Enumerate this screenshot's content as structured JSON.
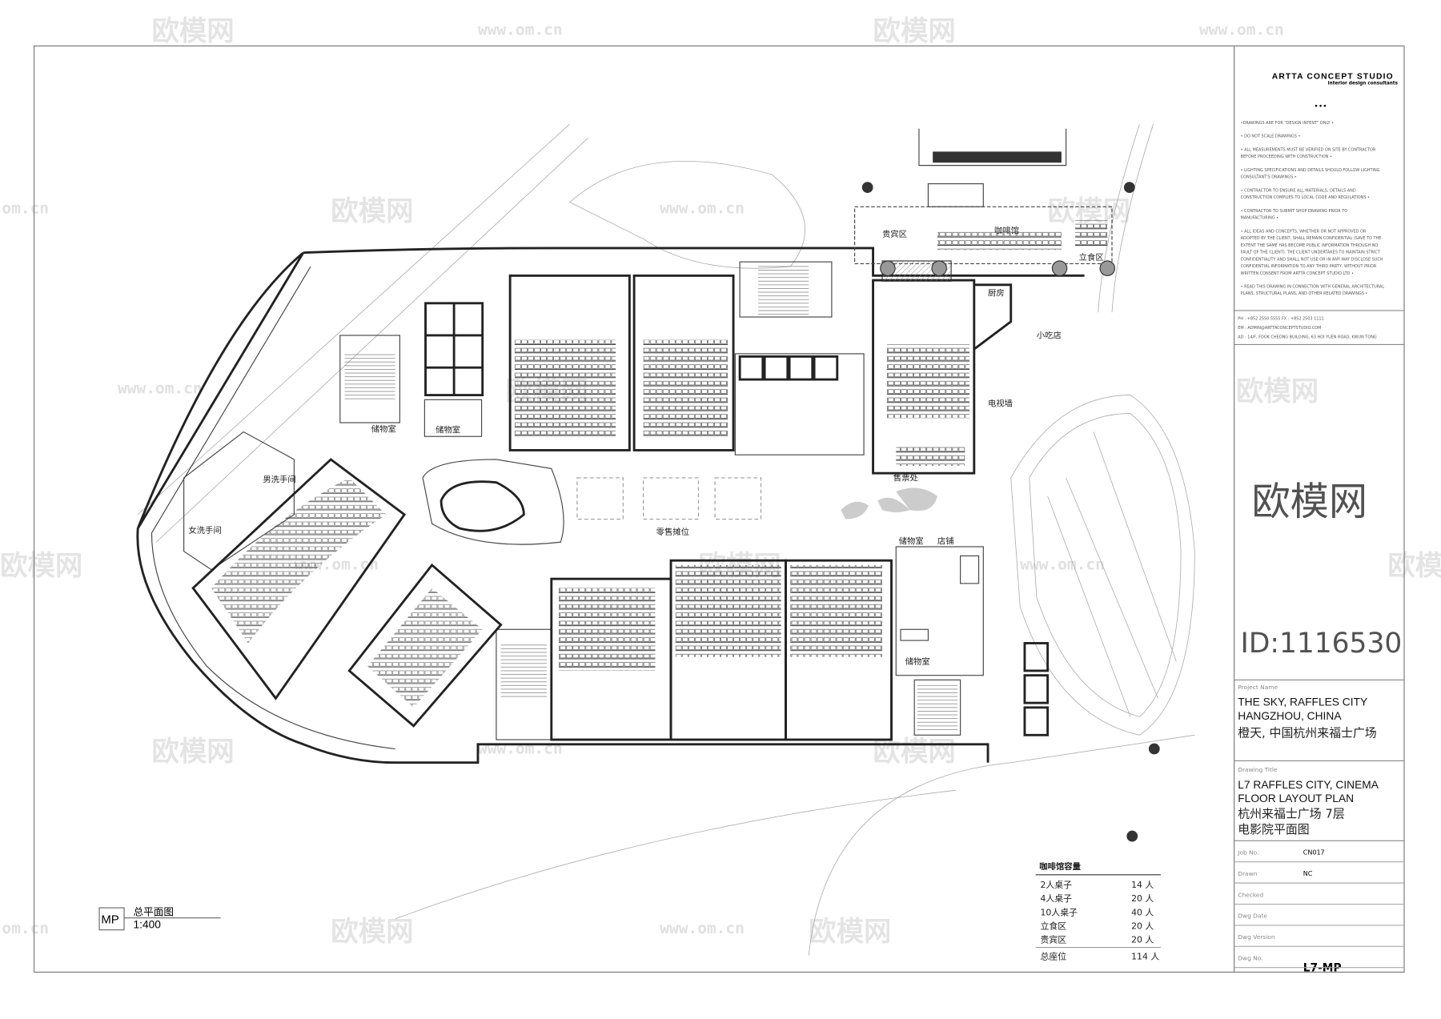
{
  "studio": {
    "name": "ARTTA CONCEPT STUDIO",
    "subtitle": "interior design consultants",
    "dots": "•••"
  },
  "notes": [
    "•DRAWINGS ARE FOR \"DESIGN INTENT\" ONLY •",
    "• DO NOT SCALE DRAWINGS •",
    "• ALL MEASUREMENTS MUST BE VERIFIED ON SITE BY CONTRACTOR|BEFORE PROCEEDING WITH CONSTRUCTION •",
    "• LIGHTING SPECIFICATIONS AND DETAILS SHOULD FOLLOW LIGHTING|CONSULTANT'S DRAWINGS •",
    "• CONTRACTOR TO ENSURE ALL MATERIALS, DETAILS AND|CONSTRUCTION COMPLIES TO LOCAL CODE AND REGULATIONS •",
    "• CONTRACTOR TO SUBMIT SHOP DRAWING PRIOR TO|MANUFACTURING •",
    "• ALL IDEAS AND CONCEPTS, WHETHER OR NOT APPROVED OR|ADOPTED BY THE CLIENT, SHALL REMAIN CONFIDENTIAL (SAVE TO THE|EXTENT THE SAME HAS BECOME PUBLIC INFORMATION THROUGH NO|FAULT OF THE CLIENT). THE CLIENT UNDERTAKES TO MAINTAIN STRICT|CONFIDENTIALITY AND SHALL NOT USE OR IN ANY WAY DISCLOSE SUCH|CONFIDENTIAL INFORMATION TO ANY THIRD PARTY, WITHOUT PRIOR|WRITTEN CONSENT FROM ARTTA CONCEPT STUDIO LTD •",
    "• READ THIS DRAWING IN CONNECTION WITH GENERAL ARCHITECTURAL|PLANS, STRUCTURAL PLANS, AND OTHER RELATED DRAWINGS •"
  ],
  "contact": {
    "phone": "PH :   +852 2550 5555     FX : +852 2503 1111",
    "email": "EM :   ADMIN@ARTTACONCEPTSTUDIO.COM",
    "address": "AD :   14/F, FOOK CHEONG BUILDING, 63 HOI YUEN ROAD, KWUN TONG"
  },
  "project": {
    "caption": "Project Name",
    "line1": "THE SKY, RAFFLES CITY",
    "line2": "HANGZHOU, CHINA",
    "line3": "橙天, 中国杭州来福士广场"
  },
  "drawing": {
    "caption": "Drawing Title",
    "line1": "L7 RAFFLES CITY, CINEMA",
    "line2": "FLOOR LAYOUT PLAN",
    "line3": "杭州来福士广场 7层",
    "line4": "电影院平面图"
  },
  "meta": [
    {
      "label": "Job No.",
      "value": "CN017"
    },
    {
      "label": "Drawn",
      "value": "NC"
    },
    {
      "label": "Checked",
      "value": ""
    },
    {
      "label": "Dwg Date",
      "value": ""
    },
    {
      "label": "Dwg Version",
      "value": ""
    },
    {
      "label": "Dwg No.",
      "value": "L7-MP"
    }
  ],
  "scale_tag": {
    "code": "MP",
    "title": "总平面图",
    "scale": "1:400"
  },
  "capacity_table": {
    "title": "咖啡馆容量",
    "rows": [
      {
        "item": "2人桌子",
        "value": "14 人"
      },
      {
        "item": "4人桌子",
        "value": "20 人"
      },
      {
        "item": "10人桌子",
        "value": "40 人"
      },
      {
        "item": "立食区",
        "value": "20 人"
      },
      {
        "item": "贵宾区",
        "value": "20 人"
      }
    ],
    "total": {
      "item": "总座位",
      "value": "114 人"
    }
  },
  "room_labels": {
    "cafe": "咖啡馆",
    "vip": "贵宾区",
    "standing": "立食区",
    "kitchen": "厨房",
    "snack": "小吃店",
    "tv_wall": "电视墙",
    "ticket": "售票处",
    "retail": "零售摊位",
    "shop": "店铺",
    "mens_wc": "男洗手间",
    "womens_wc": "女洗手间",
    "storage1": "储物室",
    "storage2": "储物室",
    "storage3": "储物室",
    "storage4": "储物室"
  },
  "watermark": {
    "brand": "欧模网",
    "url": "www.om.cn",
    "url_short": "om.cn",
    "id": "ID:1116530"
  }
}
